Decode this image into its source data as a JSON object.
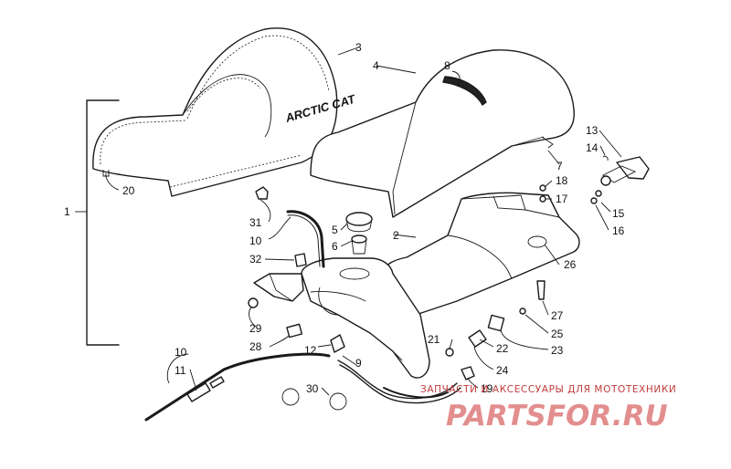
{
  "diagram": {
    "brand_text": "ARCTIC CAT",
    "watermark": {
      "tagline": "ЗАПЧАСТИ И АКСЕССУАРЫ ДЛЯ МОТОТЕХНИКИ",
      "logo": "PARTSFOR.RU",
      "color": "#c23b3b"
    },
    "callouts": [
      "1",
      "2",
      "3",
      "4",
      "5",
      "6",
      "7",
      "8",
      "9",
      "10",
      "10",
      "11",
      "12",
      "13",
      "14",
      "15",
      "16",
      "17",
      "18",
      "19",
      "20",
      "21",
      "22",
      "23",
      "24",
      "25",
      "26",
      "27",
      "28",
      "29",
      "30",
      "31",
      "32"
    ]
  }
}
